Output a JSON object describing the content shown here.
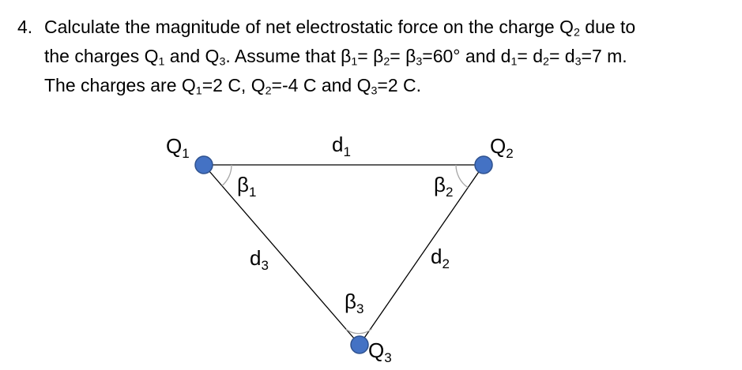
{
  "problem": {
    "number": "4.",
    "lines": [
      [
        "Calculate the magnitude of net electrostatic force on the charge Q",
        "2",
        " due to"
      ],
      [
        "the charges Q",
        "1",
        " and Q",
        "3",
        ". Assume that β",
        "1",
        "= β",
        "2",
        "= β",
        "3",
        "=60° and d",
        "1",
        "= d",
        "2",
        "= d",
        "3",
        "=7 m."
      ],
      [
        "The charges are Q",
        "1",
        "=2 C, Q",
        "2",
        "=-4 C and Q",
        "3",
        "=2 C."
      ]
    ]
  },
  "diagram": {
    "colors": {
      "charge_fill": "#4472c4",
      "charge_stroke": "#2f528f",
      "line": "#000000",
      "arc": "#a6a6a6"
    },
    "charges": [
      {
        "id": "q1",
        "base": "Q",
        "sub": "1"
      },
      {
        "id": "q2",
        "base": "Q",
        "sub": "2"
      },
      {
        "id": "q3",
        "base": "Q",
        "sub": "3"
      }
    ],
    "sides": [
      {
        "id": "d1",
        "base": "d",
        "sub": "1"
      },
      {
        "id": "d2",
        "base": "d",
        "sub": "2"
      },
      {
        "id": "d3",
        "base": "d",
        "sub": "3"
      }
    ],
    "angles": [
      {
        "id": "b1",
        "base": "β",
        "sub": "1"
      },
      {
        "id": "b2",
        "base": "β",
        "sub": "2"
      },
      {
        "id": "b3",
        "base": "β",
        "sub": "3"
      }
    ]
  }
}
